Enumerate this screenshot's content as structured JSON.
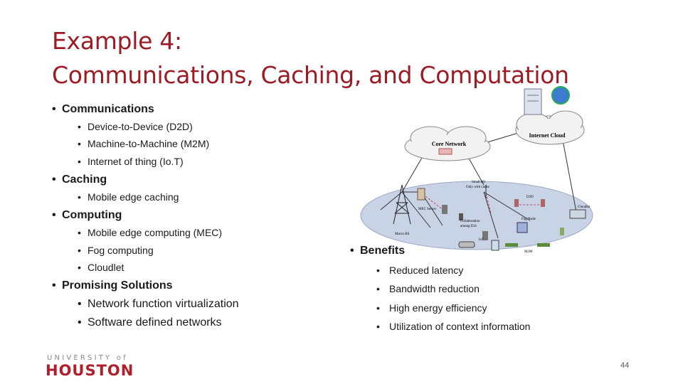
{
  "title": {
    "line1": "Example 4:",
    "line2": "Communications, Caching, and Computation"
  },
  "left_list": {
    "communications": {
      "label": "Communications",
      "items": [
        "Device-to-Device (D2D)",
        "Machine-to-Machine (M2M)",
        "Internet of thing (Io.T)"
      ]
    },
    "caching": {
      "label": "Caching",
      "items": [
        "Mobile edge caching"
      ]
    },
    "computing": {
      "label": "Computing",
      "items": [
        "Mobile edge computing (MEC)",
        "Fog computing",
        "Cloudlet"
      ]
    },
    "promising": {
      "label": "Promising Solutions",
      "items": [
        "Network function virtualization",
        "Software defined networks"
      ]
    }
  },
  "benefits": {
    "label": "Benefits",
    "items": [
      "Reduced latency",
      "Bandwidth reduction",
      "High energy efficiency",
      "Utilization of context information"
    ]
  },
  "diagram": {
    "internet_cloud": "Internet Cloud",
    "core_network": "Core Network",
    "small_bs": "Small BS",
    "small_bs_sub": "Only with cache",
    "d2d": "D2D",
    "cloudlet": "Cloudlet",
    "mec_server": "MEC Server",
    "collaboration": "Collaboration",
    "collaboration_sub": "among D2s",
    "fog_node": "Fog Node",
    "macro_bs": "Macro BS",
    "iot": "IoT",
    "m2m": "M2M",
    "colors": {
      "ground": "#c9d3e6",
      "cloud": "#f2f2f2",
      "link": "#333333"
    }
  },
  "logo": {
    "top": "UNIVERSITY of",
    "main": "HOUSTON"
  },
  "page_number": "44",
  "colors": {
    "title": "#9b1c24",
    "logo": "#b11e2b"
  }
}
